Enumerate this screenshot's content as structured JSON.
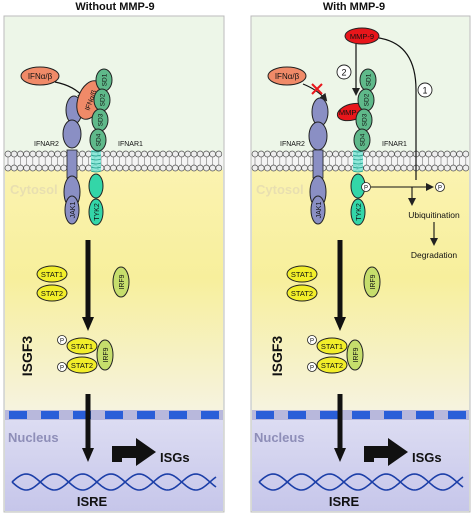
{
  "panels": {
    "left": {
      "title": "Without MMP-9",
      "ligand": "IFNα/β",
      "ligand_bound": "IFNα/β",
      "receptor2": "IFNAR2",
      "receptor1": "IFNAR1",
      "domains": [
        "SD1",
        "SD2",
        "SD3",
        "SD4"
      ],
      "cytosol": "Cytosol",
      "jak1": "JAK1",
      "tyk2": "TYK2",
      "stat1": "STAT1",
      "stat2": "STAT2",
      "irf9": "IRF9",
      "isgf3": "ISGF3",
      "p": "P",
      "nucleus": "Nucleus",
      "isgs": "ISGs",
      "isre": "ISRE"
    },
    "right": {
      "title": "With MMP-9",
      "ligand": "IFNα/β",
      "mmp9_free": "MMP-9",
      "mmp9_bound": "MMP-9",
      "step1": "1",
      "step2": "2",
      "receptor2": "IFNAR2",
      "receptor1": "IFNAR1",
      "domains": [
        "SD1",
        "SD2",
        "SD3",
        "SD4"
      ],
      "cytosol": "Cytosol",
      "jak1": "JAK1",
      "tyk2": "TYK2",
      "p": "P",
      "ubiquitination": "Ubiquitination",
      "degradation": "Degradation",
      "stat1": "STAT1",
      "stat2": "STAT2",
      "irf9": "IRF9",
      "isgf3": "ISGF3",
      "nucleus": "Nucleus",
      "isgs": "ISGs",
      "isre": "ISRE"
    }
  },
  "colors": {
    "ifnar2": "#8a8fc4",
    "ifnar1": "#7dc9a0",
    "sd_domain": "#5fb98a",
    "tyk2": "#33d6a8",
    "jak1": "#8a8fc4",
    "stat": "#f2ee2a",
    "irf9": "#c6de6c",
    "ligand": "#f08a68",
    "mmp9": "#e8161b",
    "cytosol": "#f7ef9c",
    "nucleus": "#c8c8ea",
    "membrane_blue": "#2a5ed8",
    "dna": "#1c3fa8"
  },
  "icons": [
    "inhibition-cross-icon",
    "phosphate-icon",
    "arrow-icon",
    "dna-helix-icon",
    "gene-promoter-arrow-icon"
  ]
}
